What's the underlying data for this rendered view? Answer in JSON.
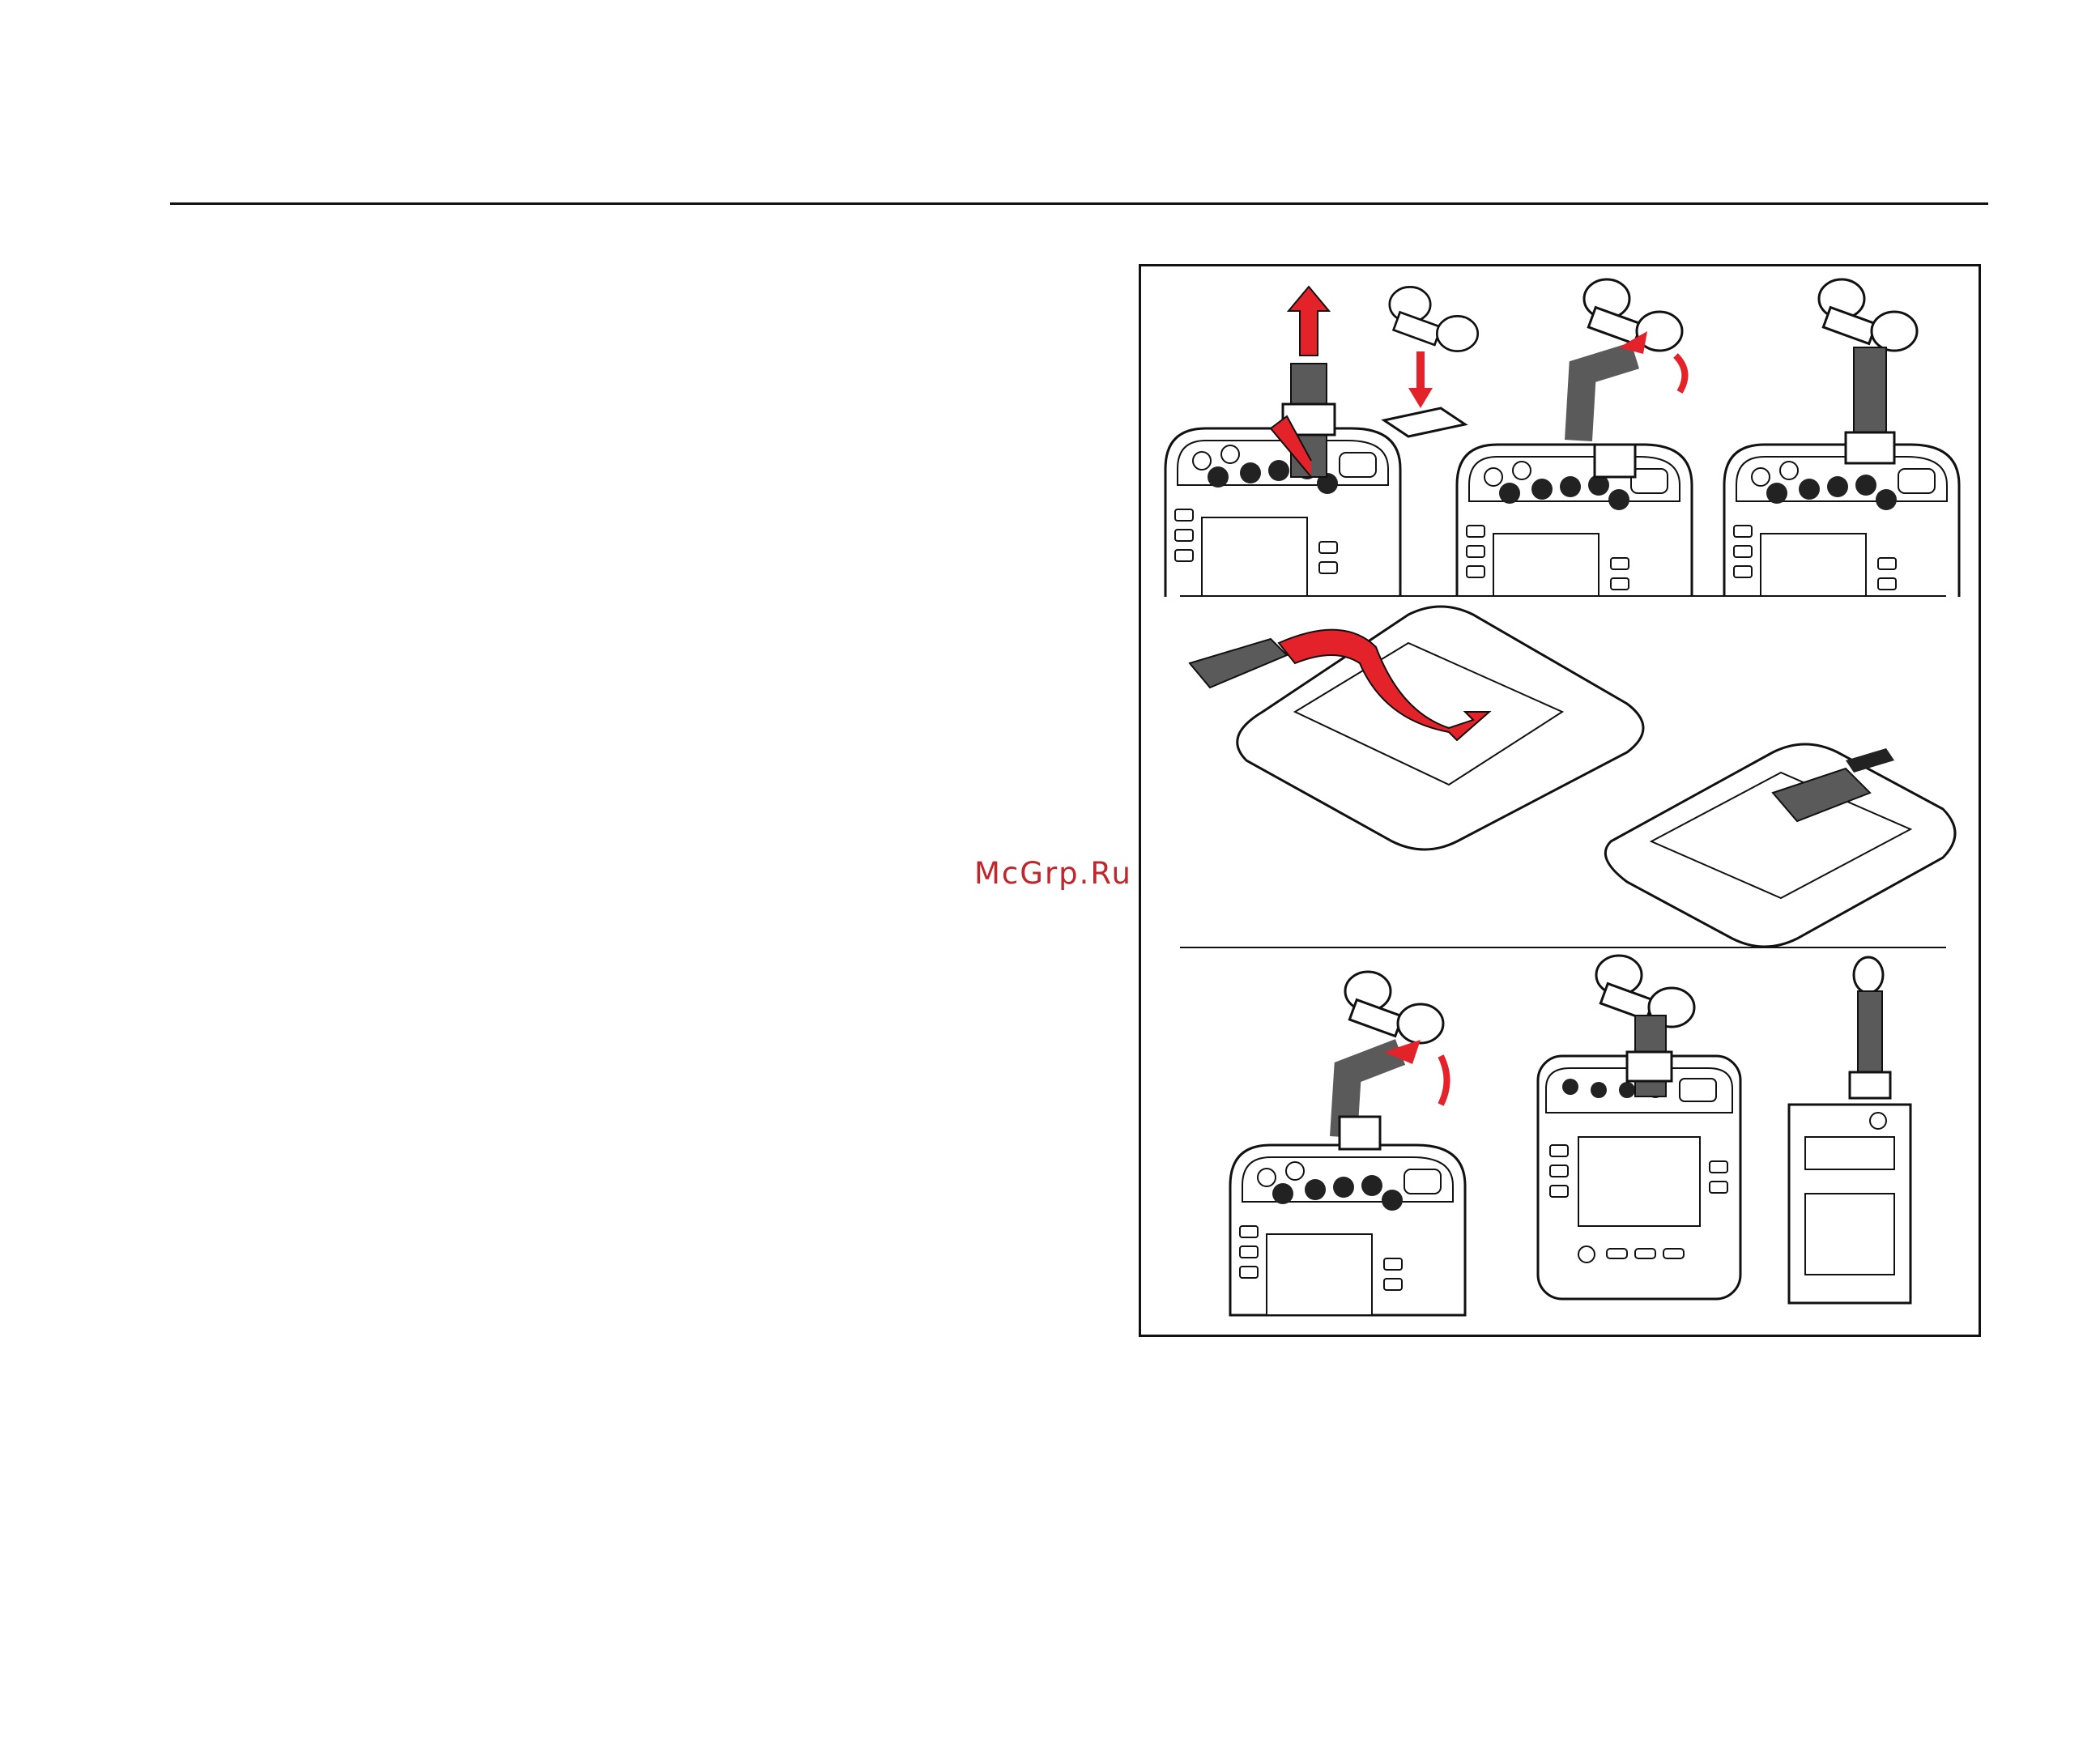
{
  "watermark": {
    "text": "McGrp.Ru"
  },
  "colors": {
    "arrow_red": "#e3222a",
    "strap_gray": "#5a5a5a",
    "line": "#111111"
  },
  "figure": {
    "panels": [
      {
        "id": "top",
        "steps": 3
      },
      {
        "id": "middle",
        "steps": 2
      },
      {
        "id": "bottom",
        "steps": 3
      }
    ]
  }
}
